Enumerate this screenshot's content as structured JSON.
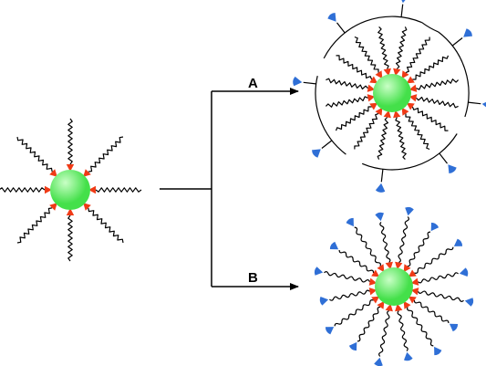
{
  "diagram": {
    "labels": {
      "path_a": "A",
      "path_b": "B"
    },
    "colors": {
      "core": "#44e04a",
      "core_highlight": "#c9ffc6",
      "anchor": "#f03a16",
      "end_group": "#2f6fd6",
      "line": "#000000"
    },
    "start_particle": {
      "ligands": 8,
      "ligand_style": "zigzag",
      "end_groups": false
    },
    "product_a": {
      "ligands": 16,
      "ligand_style": "zigzag",
      "end_groups": true,
      "end_group_count": 8,
      "shell": "broken circle"
    },
    "product_b": {
      "ligands": 16,
      "ligand_style": "wavy",
      "end_groups": true,
      "end_group_count": 16,
      "shell": "none"
    }
  }
}
